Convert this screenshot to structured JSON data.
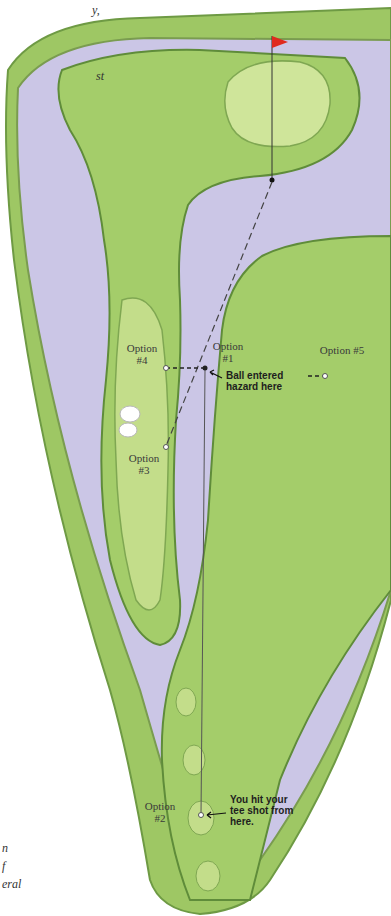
{
  "diagram": {
    "labels": [
      "y,",
      "st",
      "Option #4",
      "Option #1",
      "Option #5",
      "Ball entered hazard here",
      "Option #3",
      "Option #2",
      "You hit your tee shot from here.",
      "n",
      "f",
      "eral"
    ]
  }
}
